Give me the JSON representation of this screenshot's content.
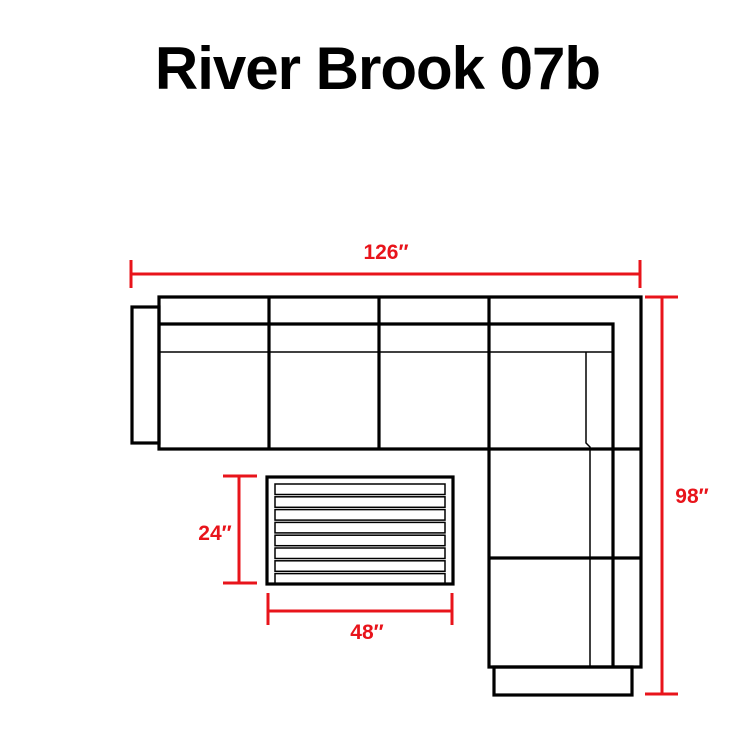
{
  "title": "River Brook 07b",
  "dimensions": {
    "overall_width": "126″",
    "overall_depth": "98″",
    "table_depth": "24″",
    "table_width": "48″"
  },
  "colors": {
    "dimension": "#e8141b",
    "outline": "#000000"
  }
}
